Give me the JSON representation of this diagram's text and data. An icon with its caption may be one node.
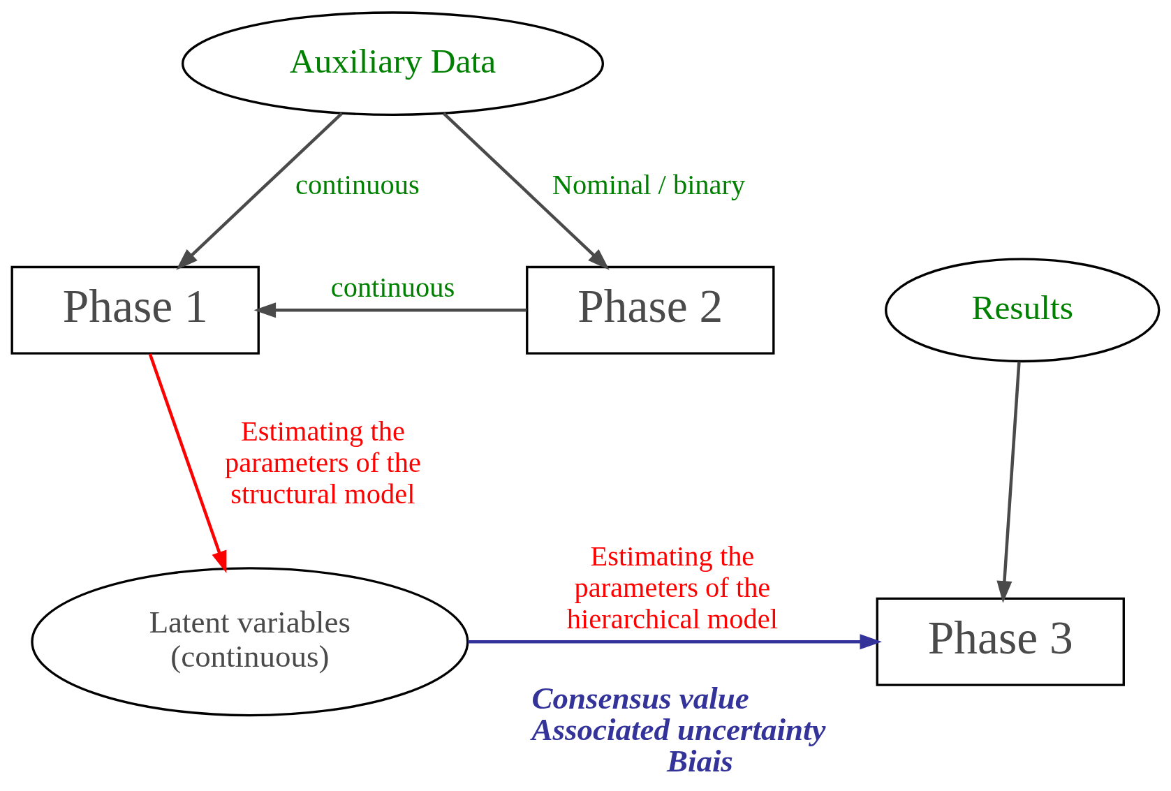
{
  "diagram": {
    "nodes": [
      {
        "text": [
          "Auxiliary Data"
        ]
      },
      {
        "text": [
          "Phase 1"
        ]
      },
      {
        "text": [
          "Phase 2"
        ]
      },
      {
        "text": [
          "Latent variables (continuous)"
        ]
      },
      {
        "text": [
          "Phase 3"
        ],
        "beside": [
          "Consensus value",
          "Associated uncertainty",
          "Biais"
        ]
      },
      {
        "text": [
          "Results"
        ]
      }
    ],
    "edges": [
      {
        "from": 0,
        "to": 1,
        "arrow": "to",
        "label": "continuous"
      },
      {
        "from": 0,
        "to": 2,
        "arrow": "to",
        "label": "Nominal / binary"
      },
      {
        "from": 2,
        "to": 1,
        "arrow": "to",
        "label": "continuous"
      },
      {
        "from": 1,
        "to": 3,
        "arrow": "to",
        "label": "Estimating the parameters of the structural model",
        "color": "#ff0000"
      },
      {
        "from": 3,
        "to": 4,
        "arrow": "to",
        "label": "Estimating the parameters of the hierarchical model",
        "color": "#333399"
      },
      {
        "from": 5,
        "to": 4,
        "arrow": "to"
      }
    ]
  }
}
